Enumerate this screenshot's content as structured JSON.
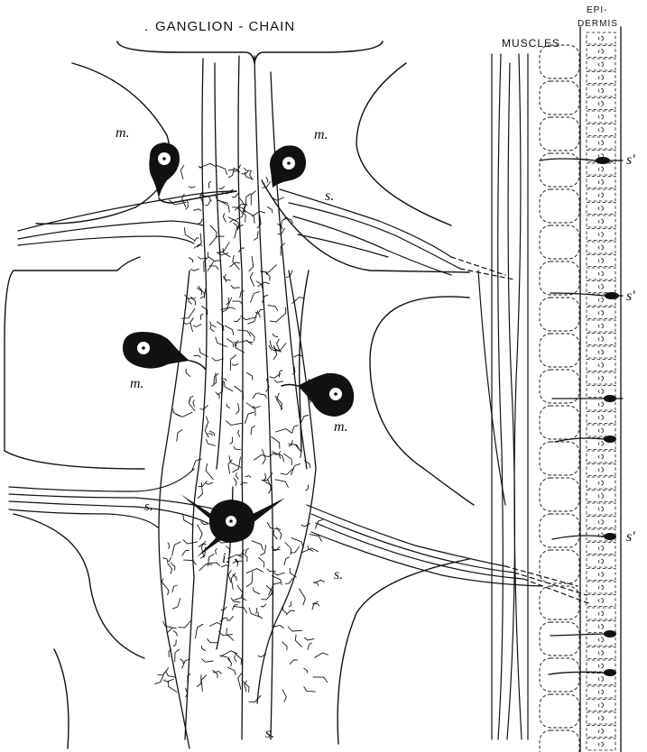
{
  "figure": {
    "header": "GANGLION - CHAIN",
    "muscles_label": "MUSCLES",
    "epidermis_label_line1": "EPI-",
    "epidermis_label_line2": "DERMIS",
    "labels": {
      "motor": "m.",
      "sensory": "s.",
      "sensory_prime": "s'",
      "intermediate": "i."
    }
  }
}
